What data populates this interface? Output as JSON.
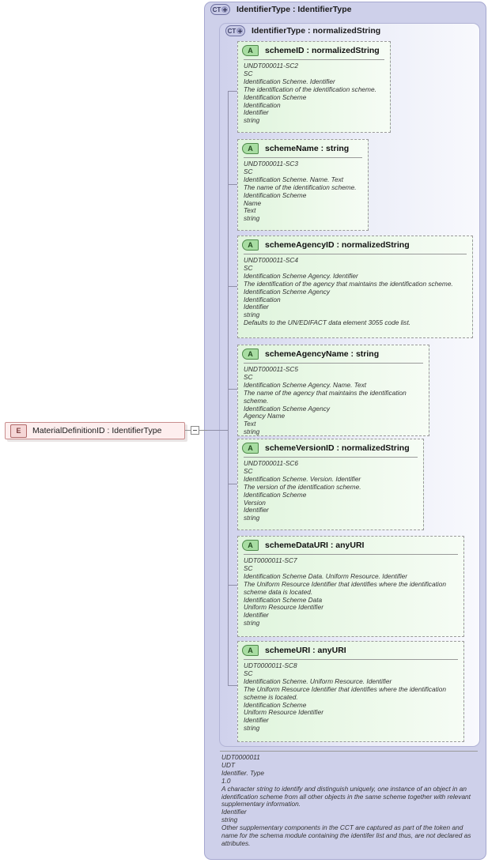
{
  "diagram": {
    "kind": "xsd-schema-diagram",
    "element": {
      "icon": "element-icon",
      "icon_letter": "E",
      "label": "MaterialDefinitionID : IdentifierType",
      "expander": "minus-toggle"
    },
    "outer_type": {
      "icon": "complex-type-icon",
      "icon_letter": "CT",
      "title": "IdentifierType : IdentifierType"
    },
    "inner_type": {
      "icon": "complex-type-icon",
      "icon_letter": "CT",
      "title": "IdentifierType : normalizedString"
    },
    "attributes": [
      {
        "icon_letter": "A",
        "title": "schemeID : normalizedString",
        "lines": [
          "UNDT000011-SC2",
          "SC",
          "Identification Scheme. Identifier",
          "The identification of the identification scheme.",
          "Identification Scheme",
          "Identification",
          "Identifier",
          "string"
        ]
      },
      {
        "icon_letter": "A",
        "title": "schemeName : string",
        "lines": [
          "UNDT000011-SC3",
          "SC",
          "Identification Scheme. Name. Text",
          "The name of the identification scheme.",
          "Identification Scheme",
          "Name",
          "Text",
          "string"
        ]
      },
      {
        "icon_letter": "A",
        "title": "schemeAgencyID : normalizedString",
        "lines": [
          "UNDT000011-SC4",
          "SC",
          "Identification Scheme Agency. Identifier",
          "The identification of the agency that maintains the identification scheme.",
          "Identification Scheme Agency",
          "Identification",
          "Identifier",
          "string",
          "Defaults to the UN/EDIFACT data element 3055 code list."
        ]
      },
      {
        "icon_letter": "A",
        "title": "schemeAgencyName : string",
        "lines": [
          "UNDT000011-SC5",
          "SC",
          "Identification Scheme Agency. Name. Text",
          "The name of the agency that maintains the identification scheme.",
          "Identification Scheme Agency",
          "Agency Name",
          "Text",
          "string"
        ]
      },
      {
        "icon_letter": "A",
        "title": "schemeVersionID : normalizedString",
        "lines": [
          "UNDT000011-SC6",
          "SC",
          "Identification Scheme. Version. Identifier",
          "The version of the identification scheme.",
          "Identification Scheme",
          "Version",
          "Identifier",
          "string"
        ]
      },
      {
        "icon_letter": "A",
        "title": "schemeDataURI : anyURI",
        "lines": [
          "UDT0000011-SC7",
          "SC",
          "Identification Scheme Data. Uniform Resource. Identifier",
          "The Uniform Resource Identifier that identifies where the identification scheme data is located.",
          "Identification Scheme Data",
          "Uniform Resource Identifier",
          "Identifier",
          "string"
        ]
      },
      {
        "icon_letter": "A",
        "title": "schemeURI : anyURI",
        "lines": [
          "UDT0000011-SC8",
          "SC",
          "Identification Scheme. Uniform Resource. Identifier",
          "The Uniform Resource Identifier that identifies where the identification scheme is located.",
          "Identification Scheme",
          "Uniform Resource Identifier",
          "Identifier",
          "string"
        ]
      }
    ],
    "documentation": {
      "lines": [
        "UDT0000011",
        "UDT",
        "Identifier. Type",
        "1.0",
        "A character string to identify and distinguish uniquely, one instance of an object in an identification scheme from all other objects in the same scheme together with relevant supplementary information.",
        "Identifier",
        "string",
        "Other supplementary components in the CCT are captured as part of the token and name for the schema module containing the identifer list and thus, are not declared as attributes."
      ]
    },
    "colors": {
      "element_fill": "#fdeeee",
      "element_border": "#c98e8e",
      "container_fill": "#ced0ea",
      "container_border": "#a6a8d0",
      "attribute_fill": "#dff4dd",
      "attribute_border": "#9a9a9a",
      "connector": "#8f8fa8"
    }
  }
}
